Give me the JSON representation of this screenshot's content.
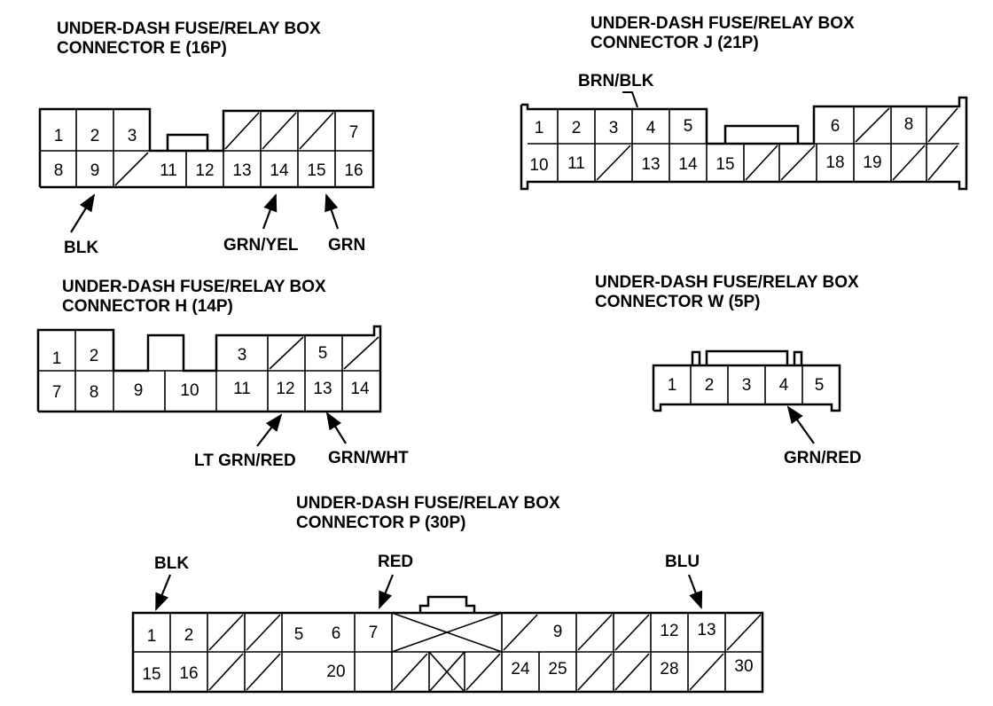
{
  "diagram_lines_color": "#000000",
  "background": "#ffffff",
  "connectors": {
    "e": {
      "title_line1": "UNDER-DASH FUSE/RELAY BOX",
      "title_line2": "CONNECTOR E (16P)",
      "pins": [
        "1",
        "2",
        "3",
        "7",
        "8",
        "9",
        "11",
        "12",
        "13",
        "14",
        "15",
        "16"
      ],
      "wires": {
        "blk": "BLK",
        "grn_yel": "GRN/YEL",
        "grn": "GRN"
      }
    },
    "j": {
      "title_line1": "UNDER-DASH FUSE/RELAY BOX",
      "title_line2": "CONNECTOR J (21P)",
      "pins": [
        "1",
        "2",
        "3",
        "4",
        "5",
        "6",
        "8",
        "10",
        "11",
        "13",
        "14",
        "15",
        "18",
        "19"
      ],
      "wires": {
        "brn_blk": "BRN/BLK"
      }
    },
    "h": {
      "title_line1": "UNDER-DASH FUSE/RELAY BOX",
      "title_line2": "CONNECTOR H (14P)",
      "pins": [
        "1",
        "2",
        "3",
        "5",
        "7",
        "8",
        "9",
        "10",
        "11",
        "12",
        "13",
        "14"
      ],
      "wires": {
        "lt_grn_red": "LT GRN/RED",
        "grn_wht": "GRN/WHT"
      }
    },
    "w": {
      "title_line1": "UNDER-DASH FUSE/RELAY BOX",
      "title_line2": "CONNECTOR W (5P)",
      "pins": [
        "1",
        "2",
        "3",
        "4",
        "5"
      ],
      "wires": {
        "grn_red": "GRN/RED"
      }
    },
    "p": {
      "title_line1": "UNDER-DASH FUSE/RELAY BOX",
      "title_line2": "CONNECTOR P (30P)",
      "pins": [
        "1",
        "2",
        "5",
        "6",
        "7",
        "9",
        "12",
        "13",
        "15",
        "16",
        "20",
        "24",
        "25",
        "28",
        "30"
      ],
      "wires": {
        "blk": "BLK",
        "red": "RED",
        "blu": "BLU"
      }
    }
  }
}
